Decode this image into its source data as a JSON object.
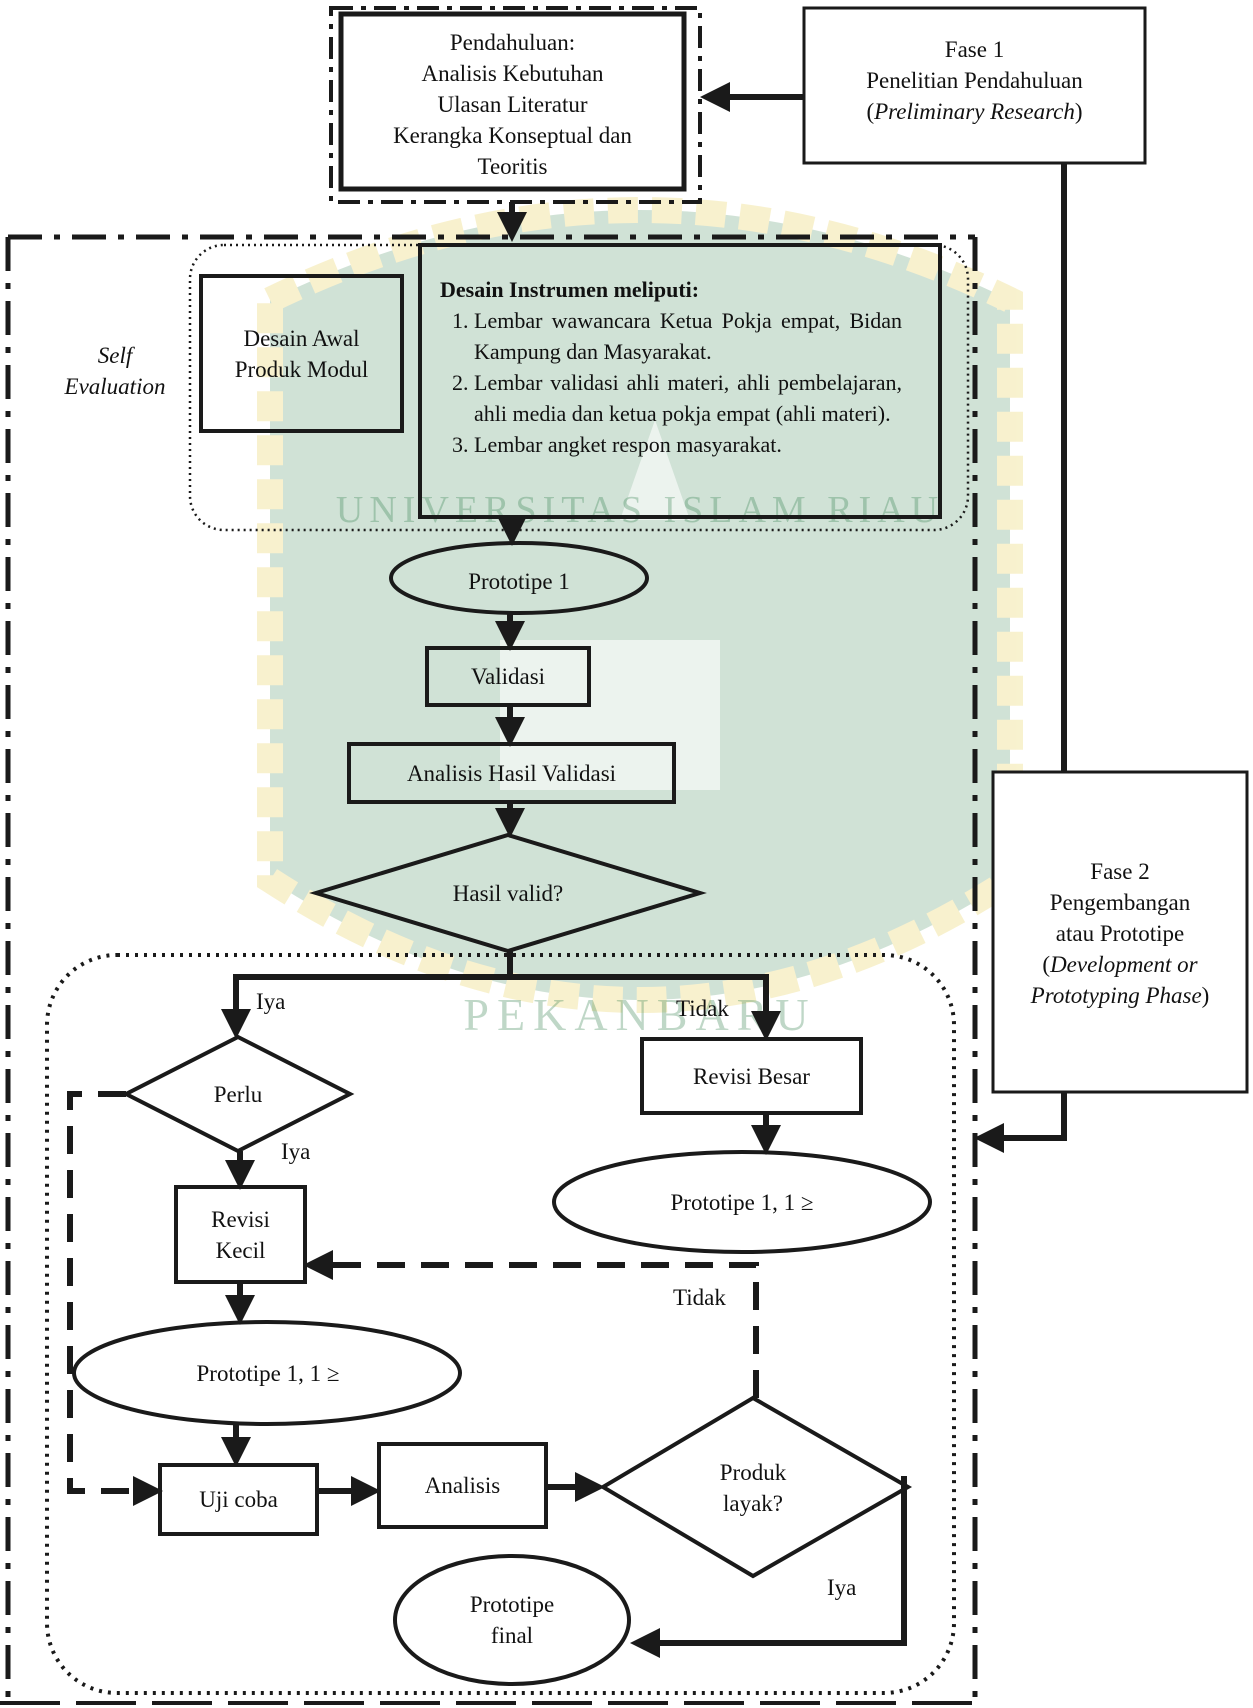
{
  "colors": {
    "stroke": "#1a1a1a",
    "watermark_green": "#2f7d4a",
    "watermark_yellow": "#e0c225"
  },
  "watermark": {
    "top_text": "UNIVERSITAS ISLAM RIAU",
    "bottom_text": "PEKANBARU"
  },
  "phase1": {
    "line1": "Fase 1",
    "line2": "Penelitian Pendahuluan",
    "line3": "Preliminary Research"
  },
  "intro": {
    "lines": [
      "Pendahuluan:",
      "Analisis Kebutuhan",
      "Ulasan Literatur",
      "Kerangka Konseptual dan",
      "Teoritis"
    ]
  },
  "self_eval": {
    "line1": "Self",
    "line2": "Evaluation"
  },
  "initial_design": {
    "line1": "Desain Awal",
    "line2": "Produk Modul"
  },
  "instrument": {
    "title": "Desain Instrumen meliputi:",
    "items": [
      "Lembar wawancara Ketua Pokja empat, Bidan Kampung dan  Masyarakat.",
      "Lembar validasi ahli materi, ahli pembelajaran,  ahli media dan ketua pokja empat (ahli materi).",
      "Lembar angket respon masyarakat."
    ]
  },
  "prototype1": "Prototipe 1",
  "validation": "Validasi",
  "analysis_validation": "Analisis Hasil Validasi",
  "valid_decision": "Hasil valid?",
  "yes_label": "Iya",
  "no_label": "Tidak",
  "need_decision": "Perlu",
  "need_yes_label": "Iya",
  "major_revision": "Revisi Besar",
  "prototype_major": "Prototipe 1, 1 ≥",
  "minor_revision": {
    "line1": "Revisi",
    "line2": "Kecil"
  },
  "prototype_minor": "Prototipe 1, 1 ≥",
  "tryout": "Uji coba",
  "analysis": "Analisis",
  "feasible_decision": {
    "line1": "Produk",
    "line2": "layak?"
  },
  "feasible_no_label": "Tidak",
  "feasible_yes_label": "Iya",
  "final_prototype": {
    "line1": "Prototipe",
    "line2": "final"
  },
  "phase2": {
    "line1": "Fase 2",
    "line2": "Pengembangan",
    "line3": "atau Prototipe",
    "line4": "Development or",
    "line5": "Prototyping Phase"
  }
}
